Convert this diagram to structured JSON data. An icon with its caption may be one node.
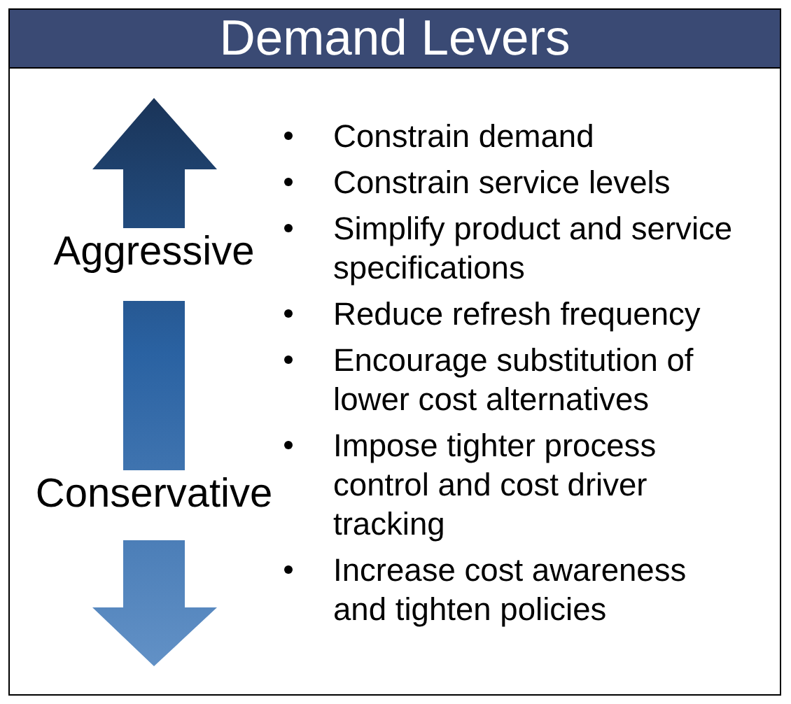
{
  "diagram": {
    "title": "Demand Levers",
    "labels": [
      "Aggressive",
      "Conservative",
      "Constrain demand",
      "Constrain service levels",
      "Simplify product and service specifications",
      "Reduce refresh frequency",
      "Encourage substitution of lower cost alternatives",
      "Impose tighter process control and cost driver tracking",
      "Increase cost awareness and tighten policies"
    ]
  }
}
